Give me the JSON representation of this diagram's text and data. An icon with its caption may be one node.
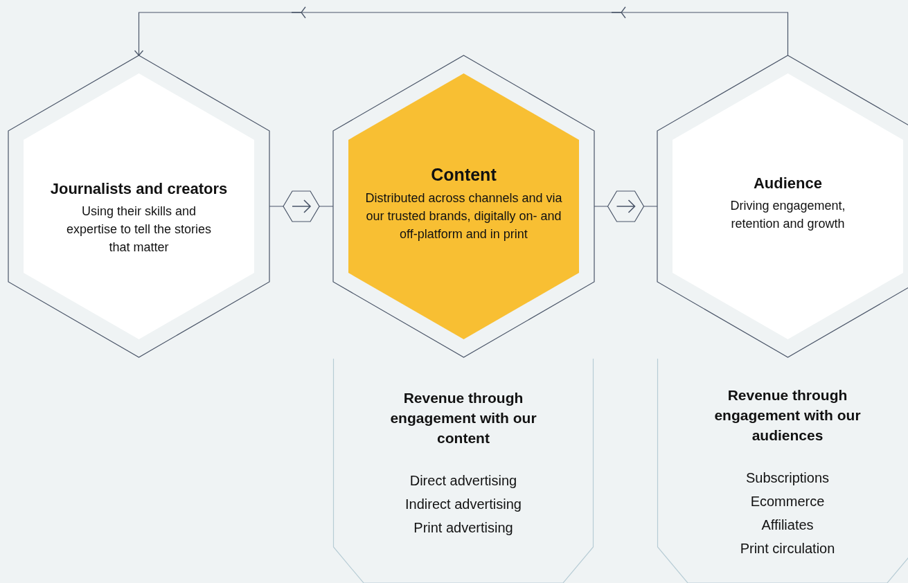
{
  "diagram": {
    "nodes": [
      {
        "text": [
          "Journalists and creators",
          "Using their skills and expertise to tell the stories that matter"
        ]
      },
      {
        "text": [
          "Content",
          "Distributed across channels and via our trusted brands, digitally on- and off-platform and in print"
        ]
      },
      {
        "text": [
          "Audience",
          "Driving engagement, retention and growth"
        ]
      },
      {
        "text": [
          "Revenue through engagement with our content",
          "Direct advertising",
          "Indirect advertising",
          "Print advertising"
        ]
      },
      {
        "text": [
          "Revenue through engagement with our audiences",
          "Subscriptions",
          "Ecommerce",
          "Affiliates",
          "Print circulation"
        ]
      }
    ],
    "edges": [
      {
        "from": 0,
        "to": 1,
        "arrow": "to"
      },
      {
        "from": 1,
        "to": 2,
        "arrow": "to"
      },
      {
        "from": 2,
        "to": 0,
        "arrow": "to"
      }
    ]
  }
}
